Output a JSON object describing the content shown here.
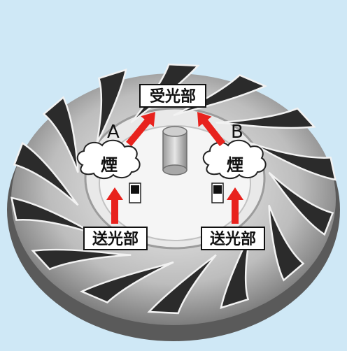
{
  "labels": {
    "receiver": "受光部",
    "emitter_left": "送光部",
    "emitter_right": "送光部",
    "path_a": "A",
    "path_b": "B",
    "smoke_left": "煙",
    "smoke_right": "煙"
  },
  "colors": {
    "background": "#cfe8f6",
    "arrow": "#e8221d",
    "vane_dark": "#2b2b2b",
    "vane_light": "#d9d9d9"
  }
}
